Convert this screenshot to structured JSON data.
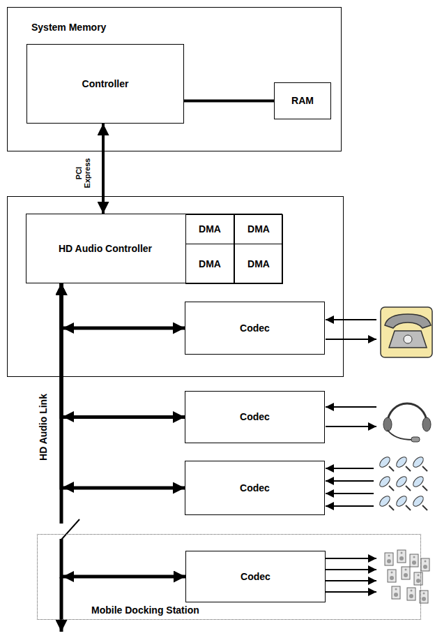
{
  "diagram": {
    "nodes": [
      {
        "text": [
          "System Memory"
        ]
      },
      {
        "text": [
          "Controller"
        ],
        "in": 0
      },
      {
        "text": [
          "RAM"
        ],
        "in": 0
      },
      {
        "text": [
          "HD Audio Controller"
        ]
      },
      {
        "text": [
          "DMA"
        ],
        "in": 3
      },
      {
        "text": [
          "DMA"
        ],
        "in": 3
      },
      {
        "text": [
          "DMA"
        ],
        "in": 3
      },
      {
        "text": [
          "DMA"
        ],
        "in": 3
      },
      {
        "text": [
          "Codec"
        ]
      },
      {
        "text": [
          "Codec"
        ]
      },
      {
        "text": [
          "Codec"
        ]
      },
      {
        "text": [
          "Mobile Docking Station"
        ]
      },
      {
        "text": [
          "Codec"
        ],
        "in": 11
      }
    ],
    "edges": [
      {
        "from": 1,
        "to": 2,
        "arrow": "none"
      },
      {
        "from": 1,
        "to": 3,
        "label": "PCI Express",
        "arrow": "both"
      },
      {
        "from": 3,
        "to": 8,
        "arrow": "both"
      },
      {
        "from": 3,
        "to": 9,
        "arrow": "both"
      },
      {
        "from": 3,
        "to": 10,
        "arrow": "both"
      },
      {
        "from": 3,
        "to": 12,
        "arrow": "both"
      }
    ],
    "labels": [
      "HD Audio Link"
    ]
  }
}
